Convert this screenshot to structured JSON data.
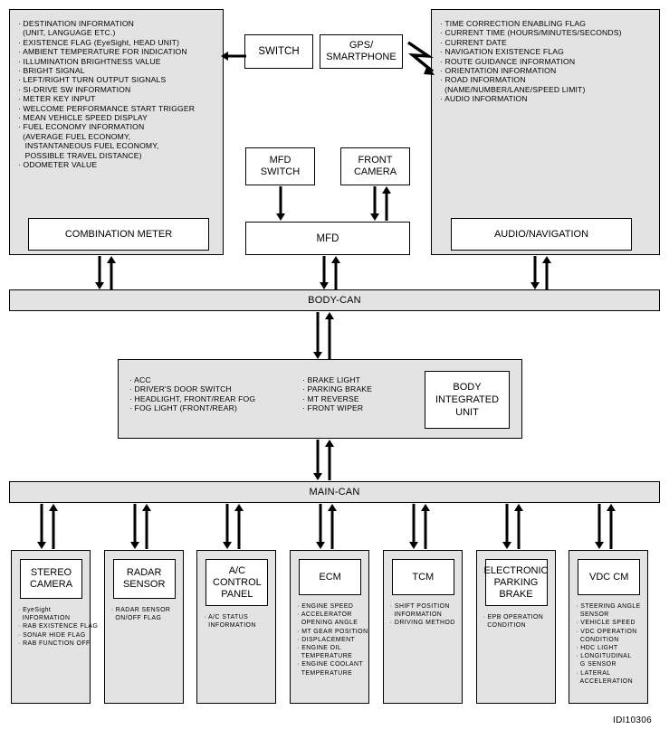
{
  "figure": {
    "id_label": "IDI10306",
    "accent": "#e3e3e3",
    "line_color": "#000000"
  },
  "combination_meter": {
    "box_label": "COMBINATION METER",
    "signals": [
      "· DESTINATION INFORMATION",
      "  (UNIT, LANGUAGE ETC.)",
      "· EXISTENCE FLAG (EyeSight, HEAD UNIT)",
      "· AMBIENT TEMPERATURE FOR INDICATION",
      "· ILLUMINATION BRIGHTNESS VALUE",
      "· BRIGHT SIGNAL",
      "· LEFT/RIGHT TURN OUTPUT SIGNALS",
      "· SI-DRIVE SW INFORMATION",
      "· METER KEY INPUT",
      "· WELCOME PERFORMANCE START TRIGGER",
      "· MEAN VEHICLE SPEED DISPLAY",
      "· FUEL ECONOMY INFORMATION",
      "  (AVERAGE FUEL ECONOMY,",
      "   INSTANTANEOUS FUEL ECONOMY,",
      "   POSSIBLE TRAVEL DISTANCE)",
      "· ODOMETER VALUE"
    ]
  },
  "audio_navigation": {
    "box_label": "AUDIO/NAVIGATION",
    "signals": [
      "· TIME CORRECTION ENABLING FLAG",
      "· CURRENT TIME (HOURS/MINUTES/SECONDS)",
      "· CURRENT DATE",
      "· NAVIGATION EXISTENCE FLAG",
      "· ROUTE GUIDANCE INFORMATION",
      "· ORIENTATION INFORMATION",
      "· ROAD INFORMATION",
      "  (NAME/NUMBER/LANE/SPEED LIMIT)",
      "· AUDIO INFORMATION"
    ]
  },
  "top_nodes": {
    "switch": "SWITCH",
    "gps": "GPS/\nSMARTPHONE"
  },
  "mfd_group": {
    "mfd_switch": "MFD\nSWITCH",
    "front_camera": "FRONT\nCAMERA",
    "mfd": "MFD"
  },
  "buses": {
    "body_can": "BODY-CAN",
    "main_can": "MAIN-CAN"
  },
  "body_integrated": {
    "box_label": "BODY\nINTEGRATED\nUNIT",
    "column_left": [
      "· ACC",
      "· DRIVER'S DOOR SWITCH",
      "· HEADLIGHT, FRONT/REAR FOG",
      "· FOG LIGHT (FRONT/REAR)"
    ],
    "column_right": [
      "· BRAKE LIGHT",
      "· PARKING BRAKE",
      "· MT REVERSE",
      "· FRONT WIPER"
    ]
  },
  "modules": [
    {
      "title": "STEREO\nCAMERA",
      "signals": [
        "· EyeSight",
        "  INFORMATION",
        "· RAB EXISTENCE FLAG",
        "· SONAR HIDE FLAG",
        "· RAB FUNCTION OFF"
      ]
    },
    {
      "title": "RADAR\nSENSOR",
      "signals": [
        "· RADAR SENSOR",
        "  ON/OFF FLAG"
      ]
    },
    {
      "title": "A/C\nCONTROL\nPANEL",
      "signals": [
        "· A/C STATUS",
        "  INFORMATION"
      ]
    },
    {
      "title": "ECM",
      "signals": [
        "· ENGINE SPEED",
        "· ACCELERATOR",
        "  OPENING ANGLE",
        "· MT GEAR POSITION",
        "· DISPLACEMENT",
        "· ENGINE OIL",
        "  TEMPERATURE",
        "· ENGINE COOLANT",
        "  TEMPERATURE"
      ]
    },
    {
      "title": "TCM",
      "signals": [
        "· SHIFT POSITION",
        "  INFORMATION",
        "· DRIVING METHOD"
      ]
    },
    {
      "title": "ELECTRONIC\nPARKING\nBRAKE",
      "signals": [
        "· EPB OPERATION",
        "  CONDITION"
      ]
    },
    {
      "title": "VDC CM",
      "signals": [
        "· STEERING ANGLE",
        "  SENSOR",
        "· VEHICLE SPEED",
        "· VDC OPERATION",
        "  CONDITION",
        "· HDC LIGHT",
        "· LONGITUDINAL",
        "  G SENSOR",
        "· LATERAL",
        "  ACCELERATION"
      ]
    }
  ]
}
